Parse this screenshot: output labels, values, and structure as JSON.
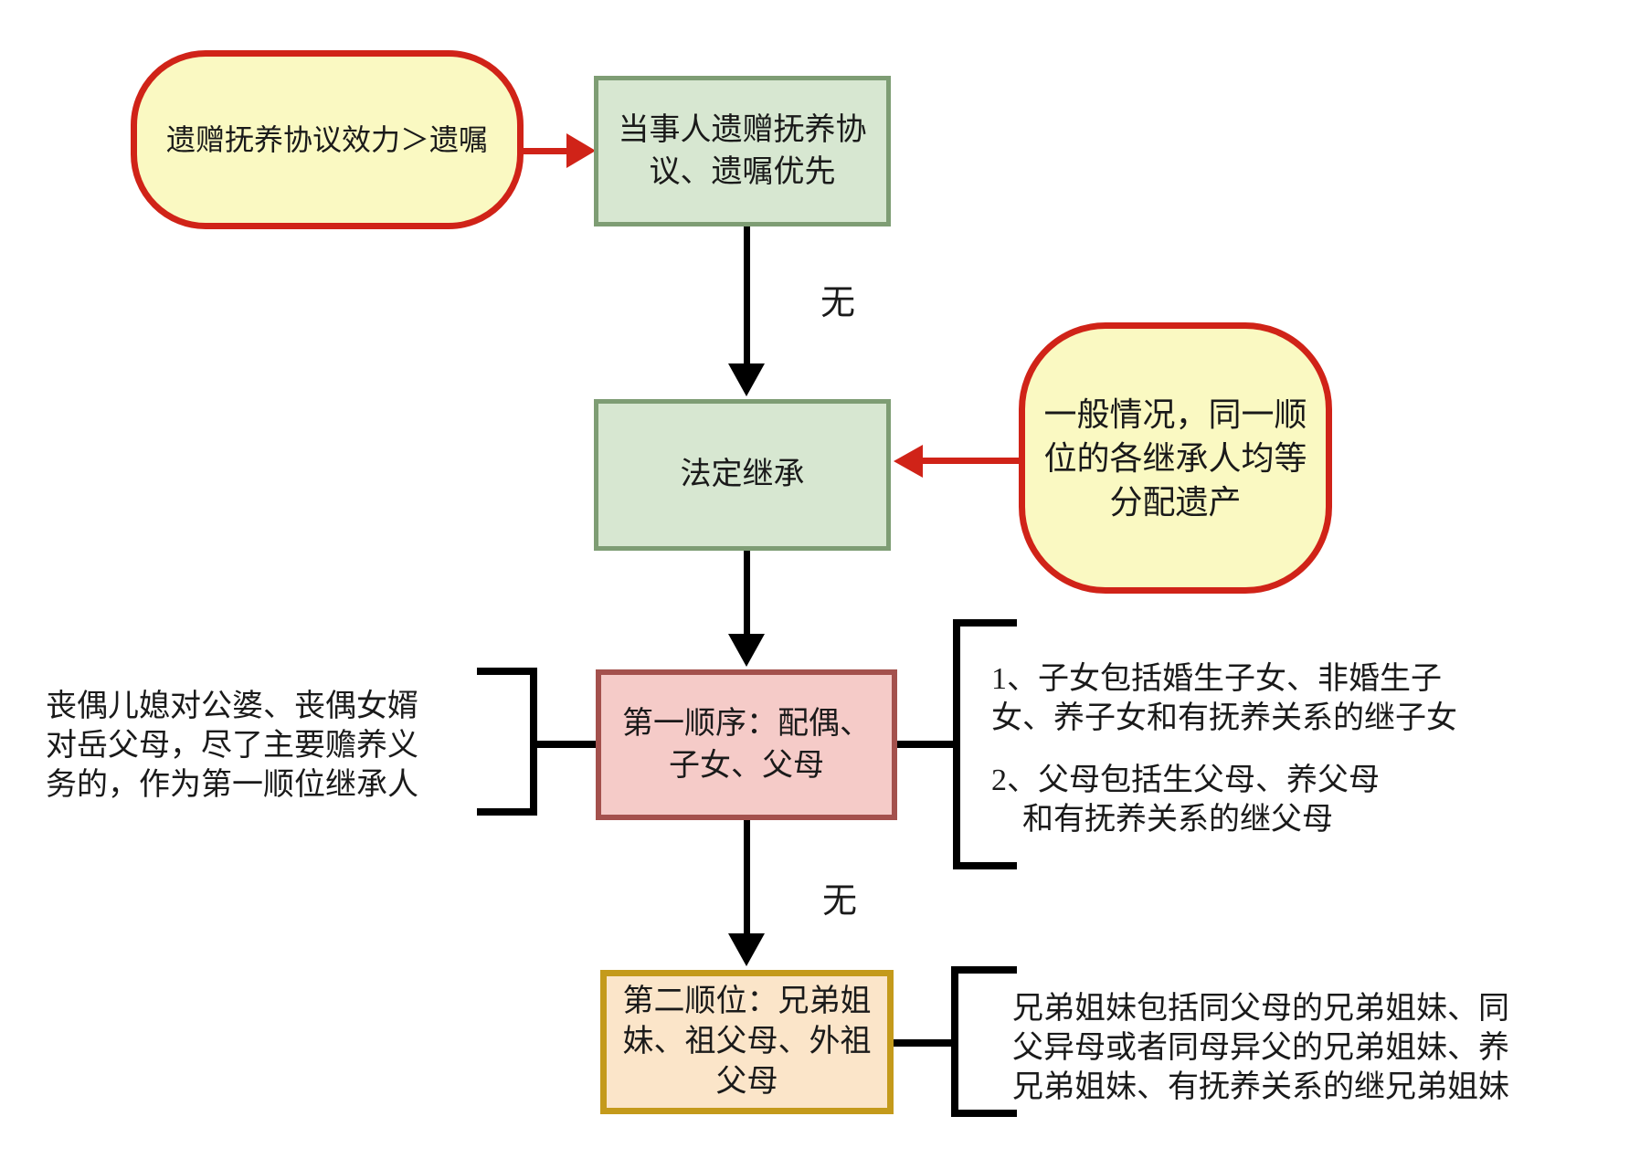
{
  "colors": {
    "canvas": "#ffffff",
    "callout-fill": "#FAF9C2",
    "callout-stroke": "#D02318",
    "red-arrow": "#D02318",
    "green-fill": "#D7E7D1",
    "green-stroke": "#7E9D74",
    "pink-fill": "#F5CBC8",
    "pink-stroke": "#A4514D",
    "orange-fill": "#FBE5C9",
    "orange-stroke": "#C49A1B",
    "line": "#000000",
    "text": "#1A1A1A"
  },
  "callouts": {
    "agreement_priority": {
      "text": "遗赠抚养协议效力＞遗嘱"
    },
    "equal_distribution": {
      "text": "一般情况，同一顺\n位的各继承人均等\n分配遗产"
    }
  },
  "nodes": {
    "agreement": {
      "text": "当事人遗赠抚养协\n议、遗嘱优先"
    },
    "statutory": {
      "text": "法定继承"
    },
    "first_order": {
      "text": "第一顺序：配偶、\n子女、父母"
    },
    "second_order": {
      "text": "第二顺位：兄弟姐\n妹、祖父母、外祖\n父母"
    }
  },
  "edge_labels": {
    "none_1": "无",
    "none_2": "无"
  },
  "notes": {
    "widowed_inlaw": {
      "text": "丧偶儿媳对公婆、丧偶女婿\n对岳父母，尽了主要赡养义\n务的，作为第一顺位继承人"
    },
    "first_order_items": {
      "item1": "1、子女包括婚生子女、非婚生子\n女、养子女和有抚养关系的继子女",
      "item2": "2、父母包括生父母、养父母\n　和有抚养关系的继父母"
    },
    "siblings": {
      "text": "兄弟姐妹包括同父母的兄弟姐妹、同\n父异母或者同母异父的兄弟姐妹、养\n兄弟姐妹、有抚养关系的继兄弟姐妹"
    }
  }
}
